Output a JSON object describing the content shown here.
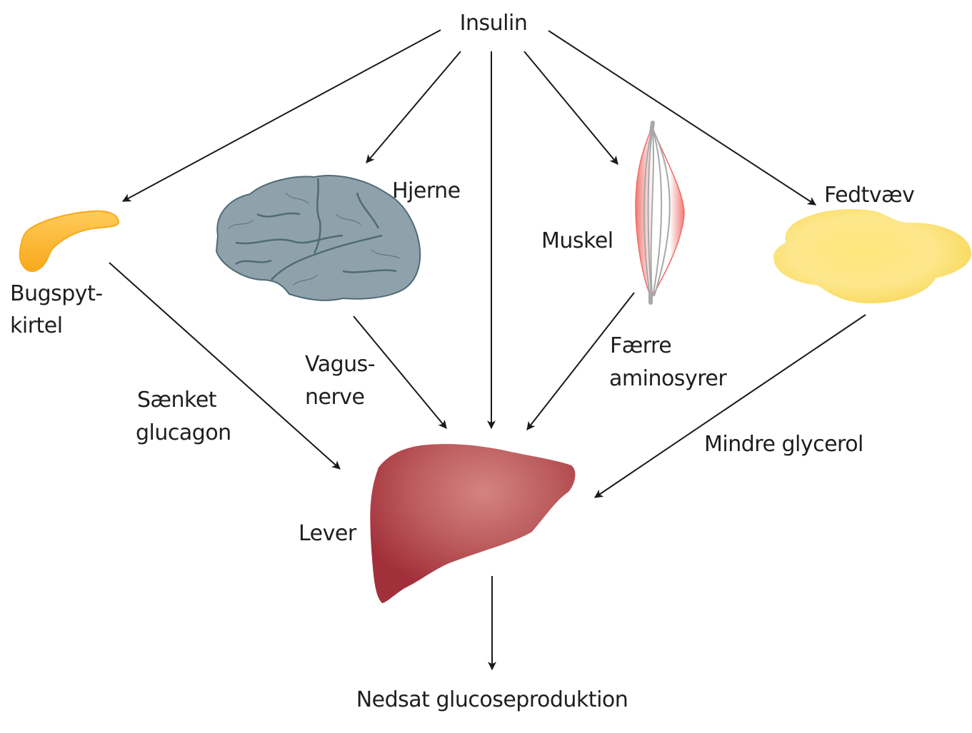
{
  "title": "Insulin",
  "result": "Nedsat glucoseproduktion",
  "organs": {
    "pancreas": {
      "lines": [
        "Bugspyt-",
        "kirtel"
      ],
      "icon": "pancreas-icon",
      "color": "#fbb52e"
    },
    "brain": {
      "lines": [
        "Hjerne"
      ],
      "icon": "brain-icon",
      "color": "#8fa2ab"
    },
    "muscle": {
      "lines": [
        "Muskel"
      ],
      "icon": "muscle-icon",
      "color": "#ef6e6a"
    },
    "fat": {
      "lines": [
        "Fedtvæv"
      ],
      "icon": "adipose-tissue-icon",
      "color": "#fde37a"
    },
    "liver": {
      "lines": [
        "Lever"
      ],
      "icon": "liver-icon",
      "color": "#a8323b"
    }
  },
  "pathways": {
    "pancreas_to_liver": [
      "Sænket",
      "glucagon"
    ],
    "brain_to_liver": [
      "Vagus-",
      "nerve"
    ],
    "muscle_to_liver": [
      "Færre",
      "aminosyrer"
    ],
    "fat_to_liver": [
      "Mindre glycerol"
    ]
  }
}
